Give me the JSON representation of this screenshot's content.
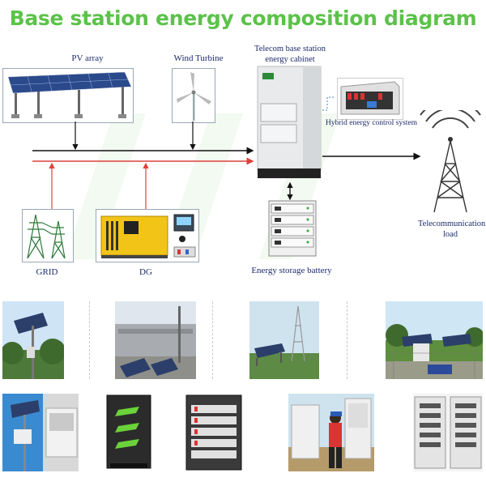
{
  "title": "Base station energy composition diagram",
  "labels": {
    "pv_array": "PV array",
    "wind_turbine": "Wind Turbine",
    "cabinet": "Telecom base station energy cabinet",
    "hybrid": "Hybrid energy control system",
    "telecom_load": "Telecommunication load",
    "grid": "GRID",
    "dg": "DG",
    "battery": "Energy storage battery"
  },
  "colors": {
    "title": "#5cc24a",
    "label": "#1d2a6b",
    "dc_bus": "#111111",
    "ac_bus": "#e0403a"
  },
  "icons": [
    "solar-panel-icon",
    "wind-turbine-icon",
    "cabinet-icon",
    "controller-icon",
    "tower-icon",
    "pylon-icon",
    "generator-icon",
    "battery-rack-icon"
  ]
}
